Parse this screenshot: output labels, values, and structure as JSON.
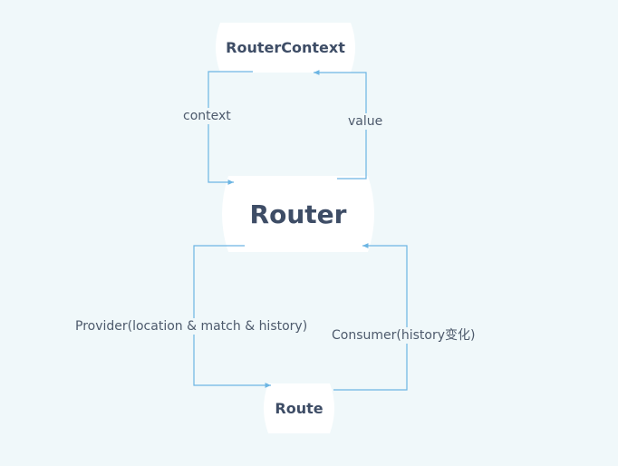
{
  "nodes": {
    "router_context": "RouterContext",
    "router": "Router",
    "route": "Route"
  },
  "edges": {
    "context": "context",
    "value": "value",
    "provider": "Provider(location & match & history)",
    "consumer": "Consumer(history变化)"
  },
  "colors": {
    "background": "#f0f8fa",
    "node_fill": "#ffffff",
    "node_text": "#3e4d66",
    "edge_line": "#6cb5e3",
    "label_text": "#4d5a6c"
  }
}
